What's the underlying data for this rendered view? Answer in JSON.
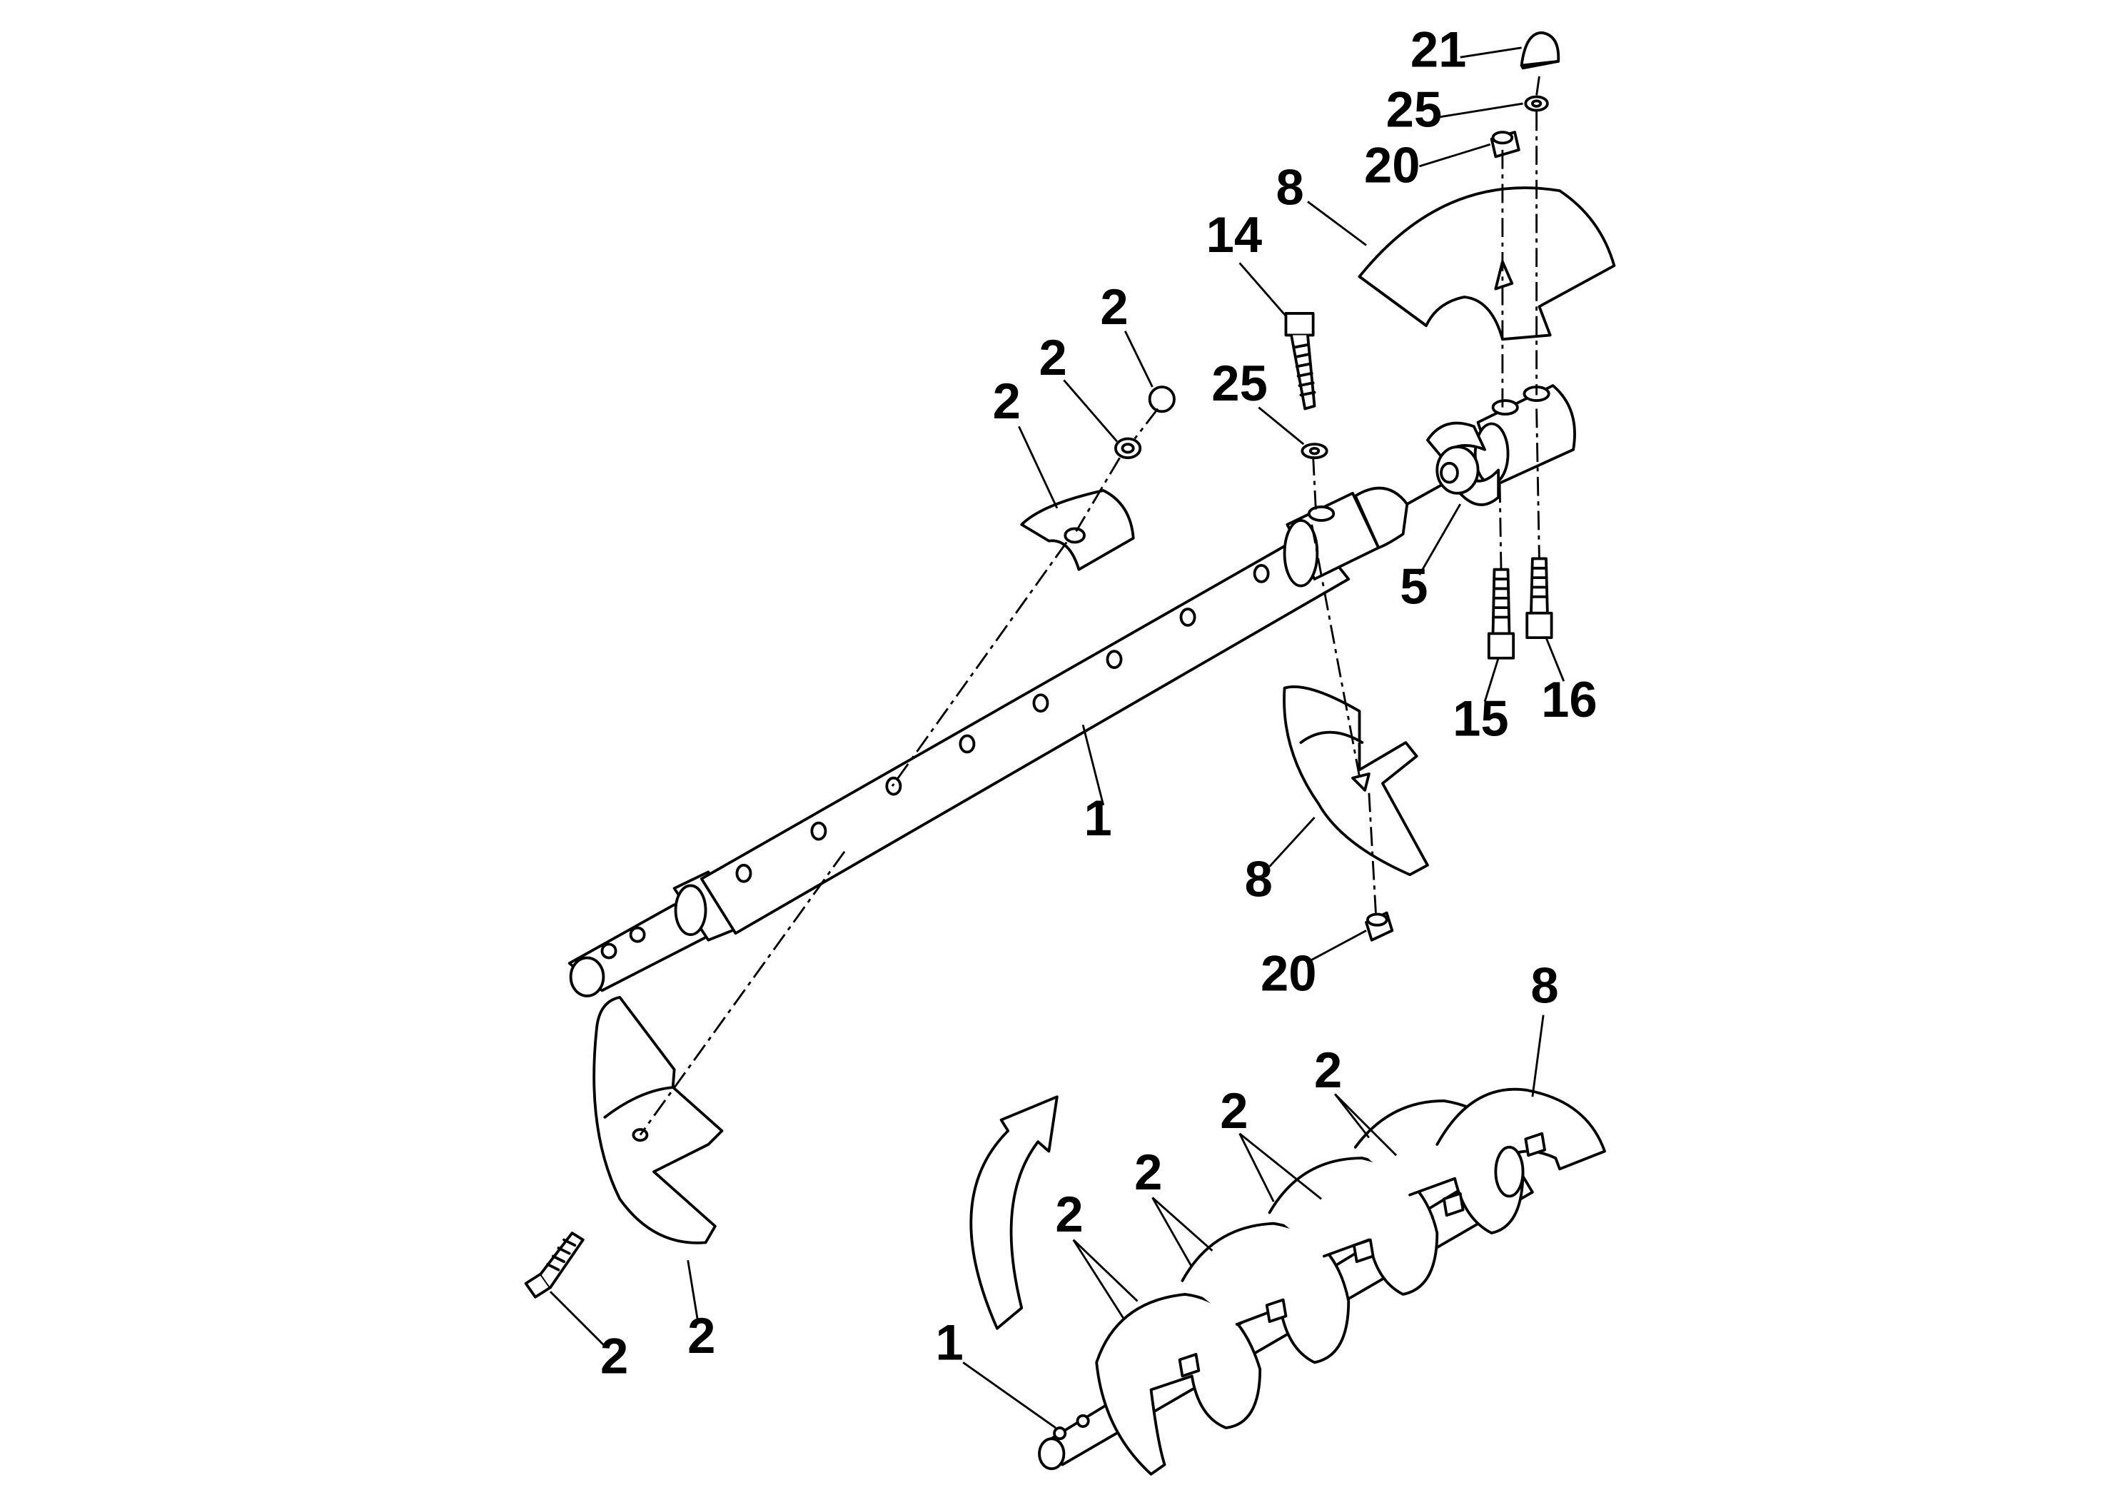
{
  "diagram": {
    "type": "exploded-parts-diagram",
    "colors": {
      "line": "#000000",
      "fill": "#ffffff"
    },
    "callouts": [
      {
        "id": "c-21",
        "label": "21"
      },
      {
        "id": "c-25-top",
        "label": "25"
      },
      {
        "id": "c-20-top",
        "label": "20"
      },
      {
        "id": "c-8-top",
        "label": "8"
      },
      {
        "id": "c-14",
        "label": "14"
      },
      {
        "id": "c-2-ball",
        "label": "2"
      },
      {
        "id": "c-2-washer",
        "label": "2"
      },
      {
        "id": "c-2-clamp",
        "label": "2"
      },
      {
        "id": "c-25-mid",
        "label": "25"
      },
      {
        "id": "c-5",
        "label": "5"
      },
      {
        "id": "c-15",
        "label": "15"
      },
      {
        "id": "c-16",
        "label": "16"
      },
      {
        "id": "c-1-shaft",
        "label": "1"
      },
      {
        "id": "c-8-mid",
        "label": "8"
      },
      {
        "id": "c-20-bottom",
        "label": "20"
      },
      {
        "id": "c-8-assy",
        "label": "8"
      },
      {
        "id": "c-2-assy-a",
        "label": "2"
      },
      {
        "id": "c-2-assy-b",
        "label": "2"
      },
      {
        "id": "c-2-assy-c",
        "label": "2"
      },
      {
        "id": "c-2-assy-d",
        "label": "2"
      },
      {
        "id": "c-2-bolt",
        "label": "2"
      },
      {
        "id": "c-2-flight",
        "label": "2"
      },
      {
        "id": "c-1-assy",
        "label": "1"
      }
    ]
  }
}
